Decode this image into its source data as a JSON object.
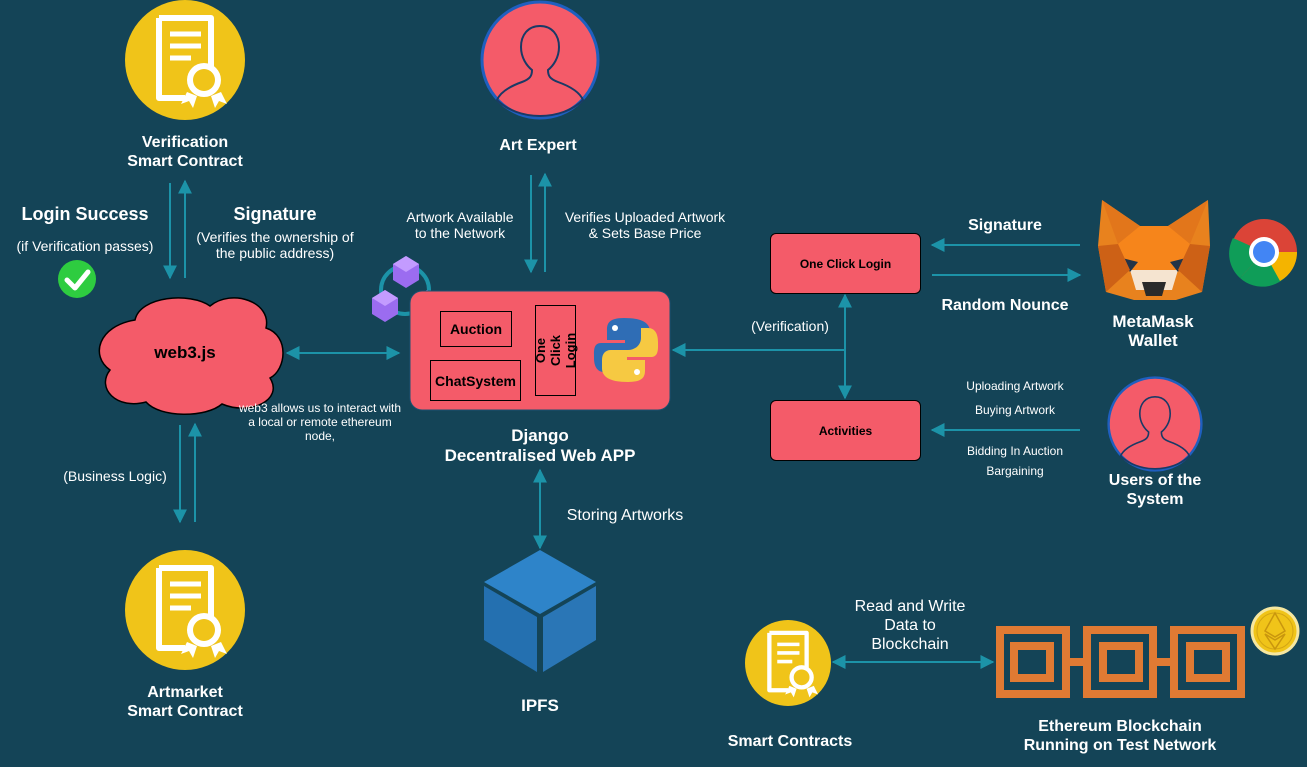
{
  "verification_contract": {
    "line1": "Verification",
    "line2": "Smart Contract"
  },
  "art_expert": {
    "label": "Art Expert"
  },
  "login_success": {
    "title": "Login Success",
    "note": "(if Verification passes)"
  },
  "signature_left": {
    "title": "Signature",
    "note1": "(Verifies the ownership of",
    "note2": "the public address)"
  },
  "artwork_available": {
    "line1": "Artwork Available",
    "line2": "to the Network"
  },
  "verifies_uploaded": {
    "line1": "Verifies Uploaded Artwork",
    "line2": "& Sets Base Price"
  },
  "web3": {
    "label": "web3.js",
    "note1": "web3 allows us to interact with",
    "note2": "a local or remote ethereum",
    "note3": "node,"
  },
  "django": {
    "auction": "Auction",
    "chat": "ChatSystem",
    "oneclick_vertical": "One Click Login",
    "line1": "Django",
    "line2": "Decentralised Web APP"
  },
  "one_click_login": {
    "label": "One Click Login"
  },
  "activities": {
    "label": "Activities"
  },
  "verification_note": "(Verification)",
  "signature_right": "Signature",
  "random_nounce": "Random Nounce",
  "metamask": {
    "line1": "MetaMask",
    "line2": "Wallet"
  },
  "user_actions": {
    "a1": "Uploading Artwork",
    "a2": "Buying Artwork",
    "a3": "Bidding In Auction",
    "a4": "Bargaining"
  },
  "users": {
    "line1": "Users of the",
    "line2": "System"
  },
  "business_logic": "(Business Logic)",
  "storing": "Storing Artworks",
  "ipfs": "IPFS",
  "artmarket_contract": {
    "line1": "Artmarket",
    "line2": "Smart Contract"
  },
  "read_write": {
    "line1": "Read and Write",
    "line2": "Data to",
    "line3": "Blockchain"
  },
  "smart_contracts": "Smart Contracts",
  "ethereum": {
    "line1": "Ethereum Blockchain",
    "line2": "Running on Test Network"
  },
  "colors": {
    "background": "#144457",
    "node_red": "#f45b69",
    "contract_yellow": "#f0c419",
    "arrow": "#1c93a8",
    "chain_orange": "#e07a33",
    "ipfs_blue": "#2a76b6"
  }
}
